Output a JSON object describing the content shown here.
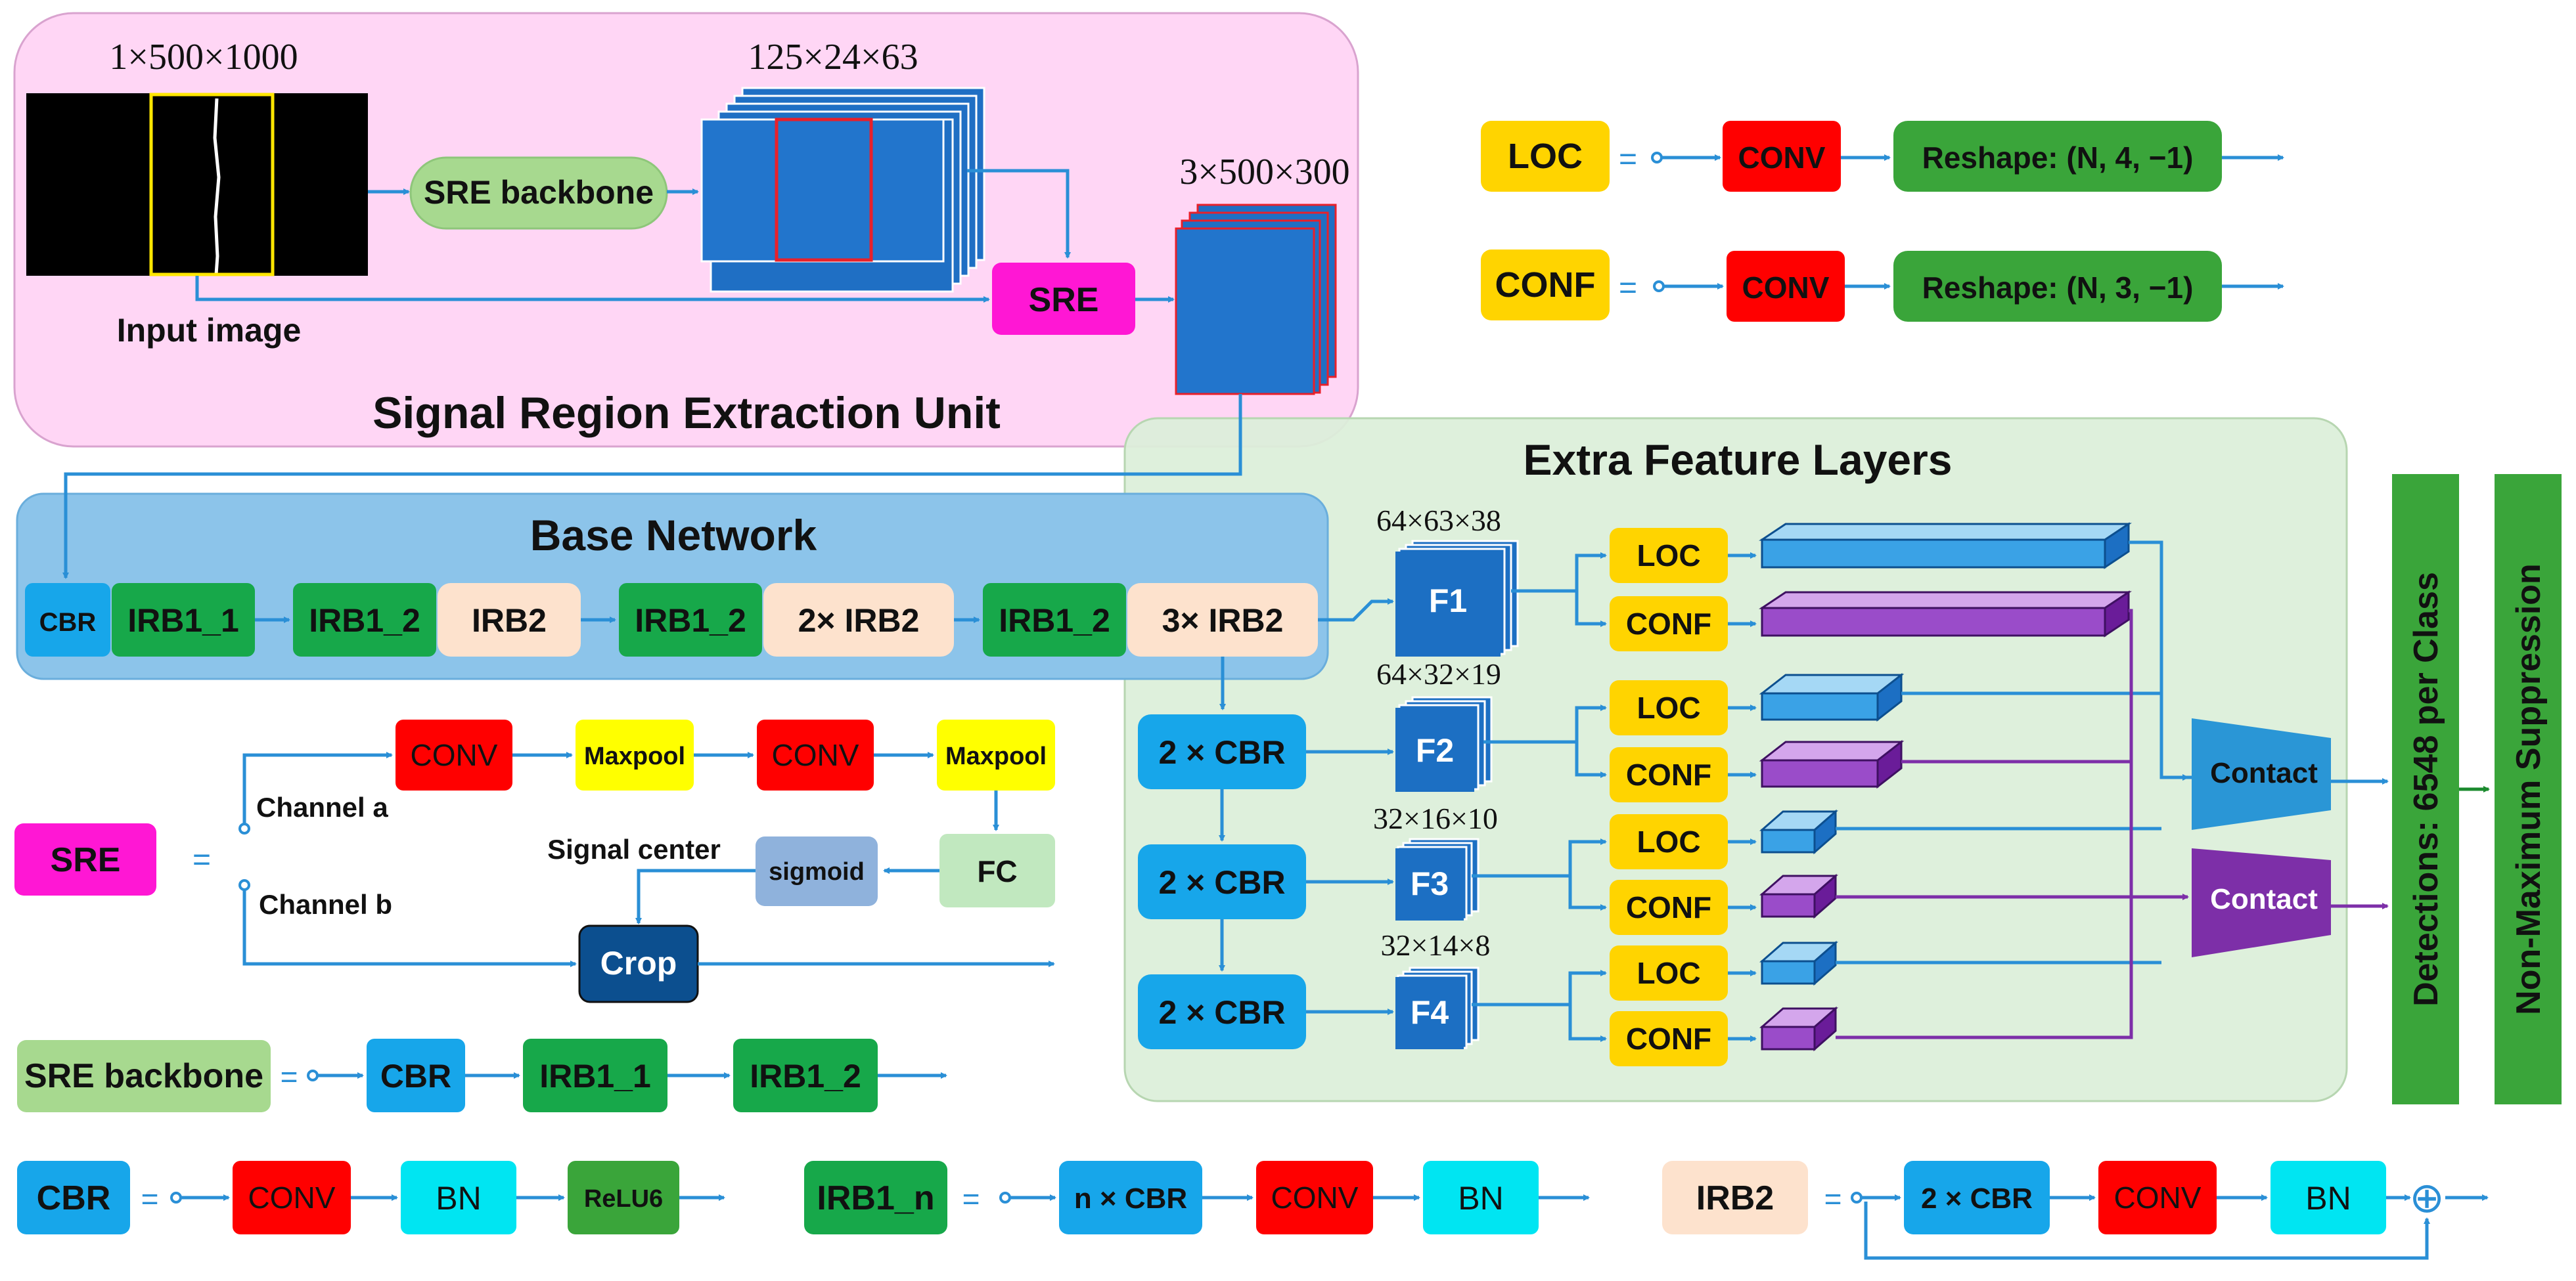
{
  "colors": {
    "pink_region": "#ffd6f5",
    "green_region": "#dcefd9",
    "blue_region": "#8cc4ea",
    "arrow": "#2a8fd6",
    "red": "#ff0000",
    "yellow": "#ffff00",
    "gold": "#ffd400",
    "green": "#17a84a",
    "light_green": "#a7d98f",
    "magenta": "#ff17d4",
    "cyan": "#00e5f2",
    "sky": "#17a6ea",
    "peach": "#fde2cd",
    "purple": "#7d2fa8",
    "navy": "#0c4f8f",
    "feature_blue": "#1c6fc3"
  },
  "sre_unit": {
    "title": "Signal Region Extraction Unit",
    "input_dim": "1×500×1000",
    "input_label": "Input image",
    "backbone_label": "SRE backbone",
    "feature_dim": "125×24×63",
    "sre_label": "SRE",
    "output_dim": "3×500×300"
  },
  "heads": {
    "loc": {
      "name": "LOC",
      "eq": "=",
      "conv": "CONV",
      "reshape": "Reshape: (N, 4, −1)"
    },
    "conf": {
      "name": "CONF",
      "eq": "=",
      "conv": "CONV",
      "reshape": "Reshape: (N, 3, −1)"
    }
  },
  "base_network": {
    "title": "Base Network",
    "blocks": [
      "CBR",
      "IRB1_1",
      "IRB1_2",
      "IRB2",
      "IRB1_2",
      "2× IRB2",
      "IRB1_2",
      "3× IRB2"
    ]
  },
  "extra_layers": {
    "title": "Extra Feature Layers",
    "cbr_label": "2 × CBR",
    "features": [
      {
        "name": "F1",
        "dim": "64×63×38"
      },
      {
        "name": "F2",
        "dim": "64×32×19"
      },
      {
        "name": "F3",
        "dim": "32×16×10"
      },
      {
        "name": "F4",
        "dim": "32×14×8"
      }
    ],
    "loc": "LOC",
    "conf": "CONF",
    "contact": [
      "Contact",
      "Contact"
    ]
  },
  "outputs": {
    "detections": "Detections: 6548 per Class",
    "nms": "Non-Maximum Suppression"
  },
  "sre_def": {
    "name": "SRE",
    "eq": "=",
    "channel_a": "Channel a",
    "channel_b": "Channel b",
    "conv": "CONV",
    "maxpool": "Maxpool",
    "fc": "FC",
    "sigmoid": "sigmoid",
    "signal_center": "Signal center",
    "crop": "Crop"
  },
  "backbone_def": {
    "name": "SRE backbone",
    "eq": "=",
    "blocks": [
      "CBR",
      "IRB1_1",
      "IRB1_2"
    ]
  },
  "cbr_def": {
    "name": "CBR",
    "eq": "=",
    "blocks": [
      "CONV",
      "BN",
      "ReLU6"
    ]
  },
  "irb1_def": {
    "name": "IRB1_n",
    "eq": "=",
    "blocks": [
      "n × CBR",
      "CONV",
      "BN"
    ]
  },
  "irb2_def": {
    "name": "IRB2",
    "eq": "=",
    "blocks": [
      "2 × CBR",
      "CONV",
      "BN"
    ],
    "add_symbol": "⊕"
  }
}
